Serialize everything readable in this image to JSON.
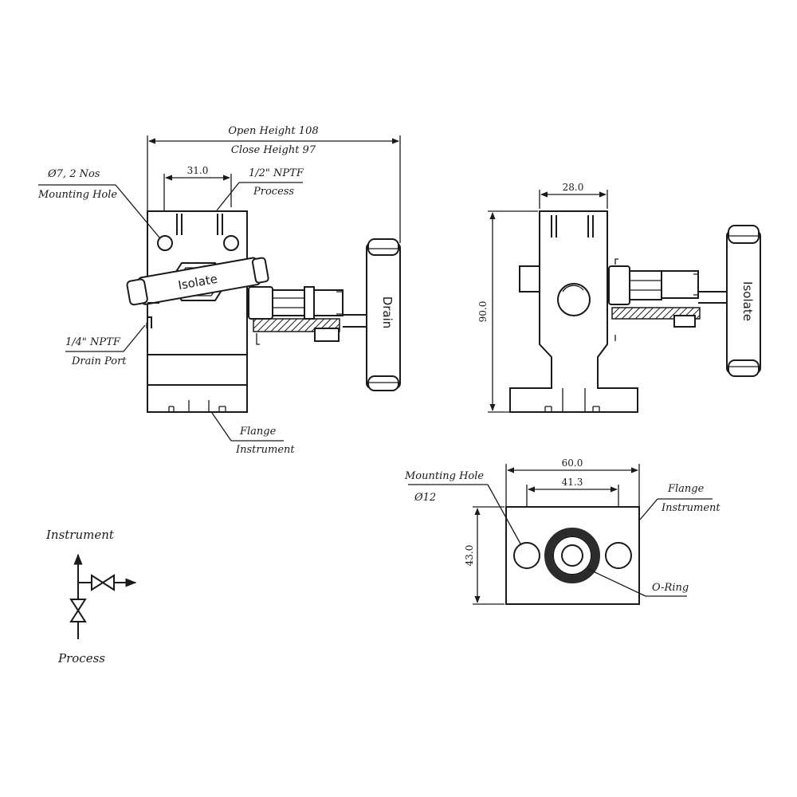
{
  "colors": {
    "line": "#1a1a1a",
    "oring": "#2b2b2b",
    "background": "#ffffff"
  },
  "front_view": {
    "open_height": "Open Height 108",
    "close_height": "Close Height 97",
    "hole_spacing": "31.0",
    "mounting_hole_size": "Ø7,  2 Nos",
    "mounting_hole": "Mounting Hole",
    "process_thread": "1/2\" NPTF",
    "process": "Process",
    "drain_thread": "1/4\" NPTF",
    "drain_port": "Drain Port",
    "isolate": "Isolate",
    "drain": "Drain",
    "flange": "Flange",
    "instrument": "Instrument"
  },
  "side_view": {
    "width": "28.0",
    "height": "90.0",
    "isolate": "Isolate"
  },
  "flange_view": {
    "width": "60.0",
    "hole_spacing": "41.3",
    "height": "43.0",
    "mounting_hole": "Mounting Hole",
    "hole_size": "Ø12",
    "flange": "Flange",
    "instrument": "Instrument",
    "oring": "O-Ring"
  },
  "schematic": {
    "instrument": "Instrument",
    "process": "Process"
  }
}
